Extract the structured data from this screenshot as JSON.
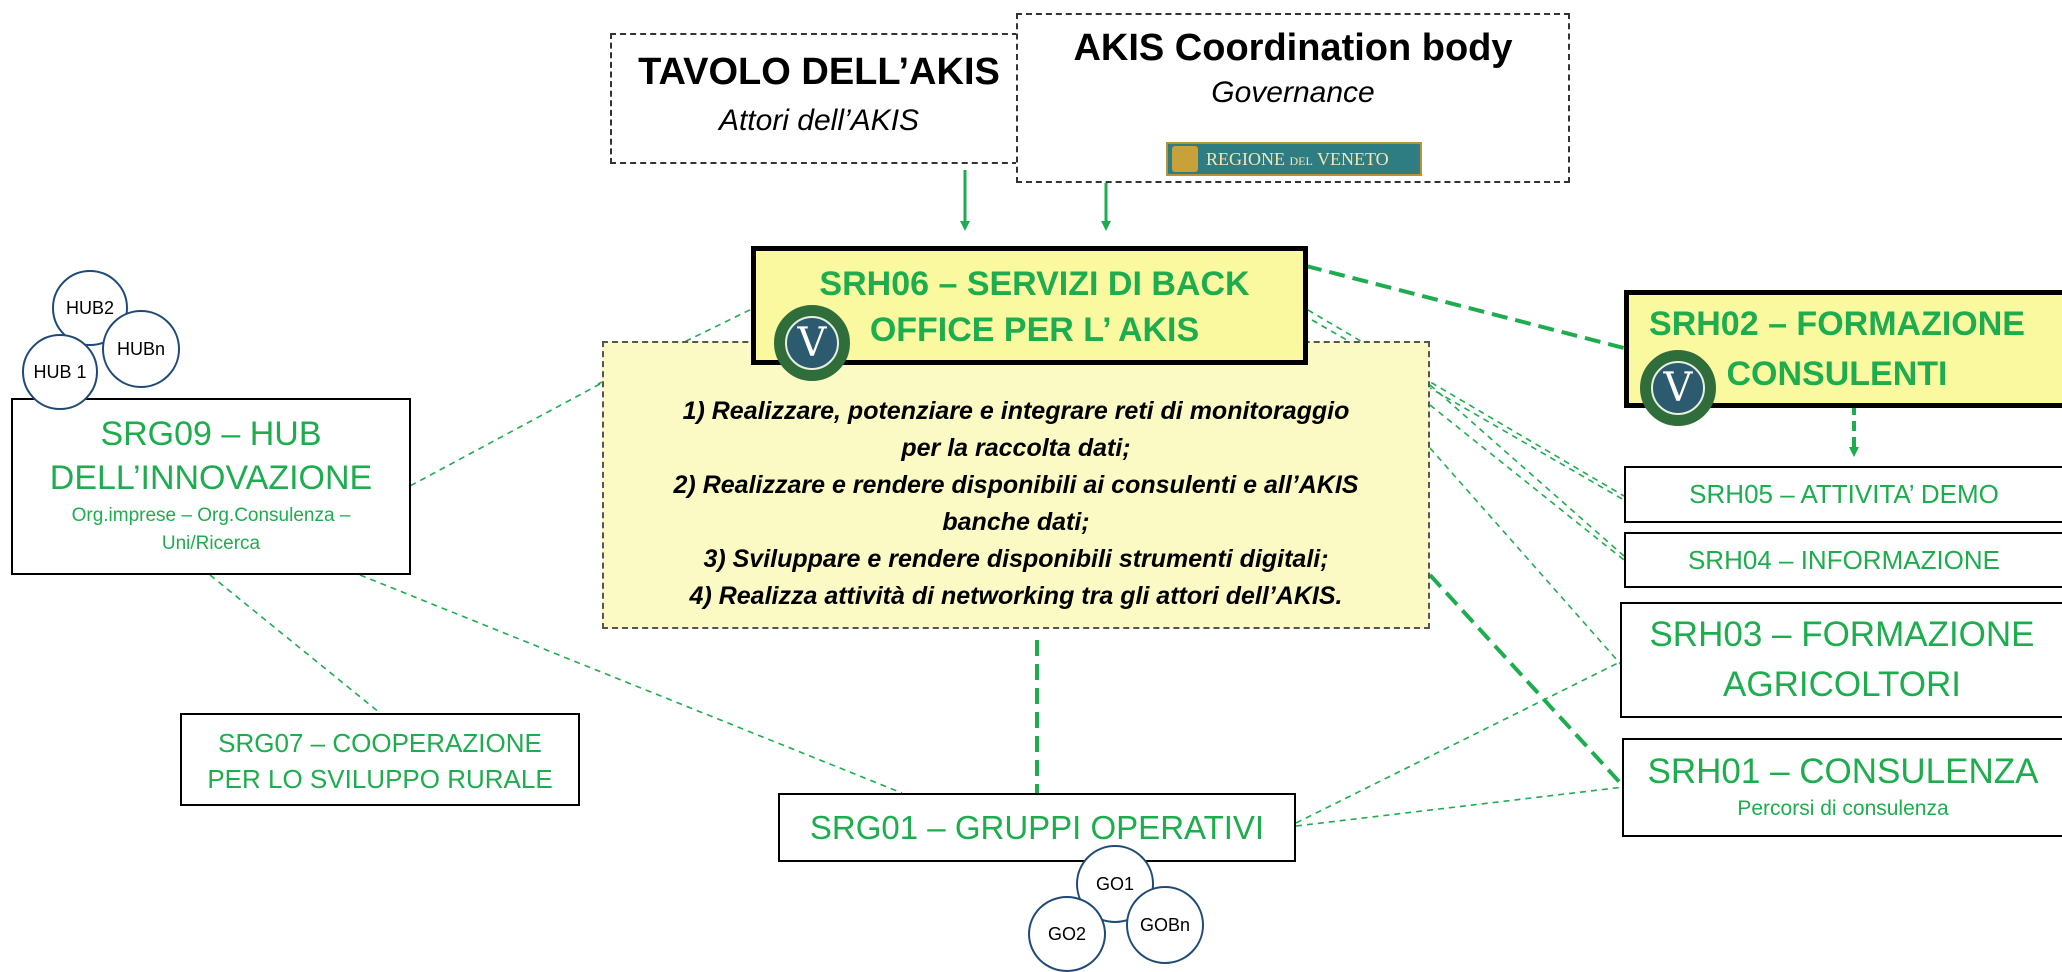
{
  "tavolo": {
    "title": "TAVOLO DELL’AKIS",
    "subtitle": "Attori dell’AKIS"
  },
  "coordination": {
    "title": "AKIS Coordination body",
    "subtitle": "Governance",
    "badge_main": "REGIONE",
    "badge_small": "DEL",
    "badge_end": "VENETO"
  },
  "srh06": {
    "line1": "SRH06 – SERVIZI DI BACK",
    "line2": "OFFICE PER L’ AKIS"
  },
  "objectives": [
    "1) Realizzare, potenziare e integrare reti di monitoraggio",
    "per la raccolta dati;",
    "2) Realizzare e rendere disponibili ai consulenti e all’AKIS",
    "banche dati;",
    "3) Sviluppare e rendere disponibili strumenti digitali;",
    "4) Realizza attività di networking tra gli attori dell’AKIS."
  ],
  "srg09": {
    "line1": "SRG09 – HUB",
    "line2": "DELL’INNOVAZIONE",
    "sub1": "Org.imprese – Org.Consulenza –",
    "sub2": "Uni/Ricerca"
  },
  "hubs": {
    "hub1": "HUB 1",
    "hub2": "HUB2",
    "hubn": "HUBn"
  },
  "srg07": {
    "line1": "SRG07 – COOPERAZIONE",
    "line2": "PER LO SVILUPPO RURALE"
  },
  "srg01": {
    "label": "SRG01 – GRUPPI OPERATIVI"
  },
  "gos": {
    "go1": "GO1",
    "go2": "GO2",
    "gon": "GOBn"
  },
  "srh02": {
    "line1": "SRH02 – FORMAZIONE",
    "line2": "CONSULENTI"
  },
  "srh05": {
    "label": "SRH05 – ATTIVITA’ DEMO"
  },
  "srh04": {
    "label": "SRH04 – INFORMAZIONE"
  },
  "srh03": {
    "line1": "SRH03 – FORMAZIONE",
    "line2": "AGRICOLTORI"
  },
  "srh01": {
    "line1": "SRH01 – CONSULENZA",
    "sub": "Percorsi di consulenza"
  },
  "colors": {
    "green": "#1ead4e",
    "yellow": "#fbf9a0",
    "note": "#fbf9c4",
    "circle_border": "#1f4a78"
  }
}
